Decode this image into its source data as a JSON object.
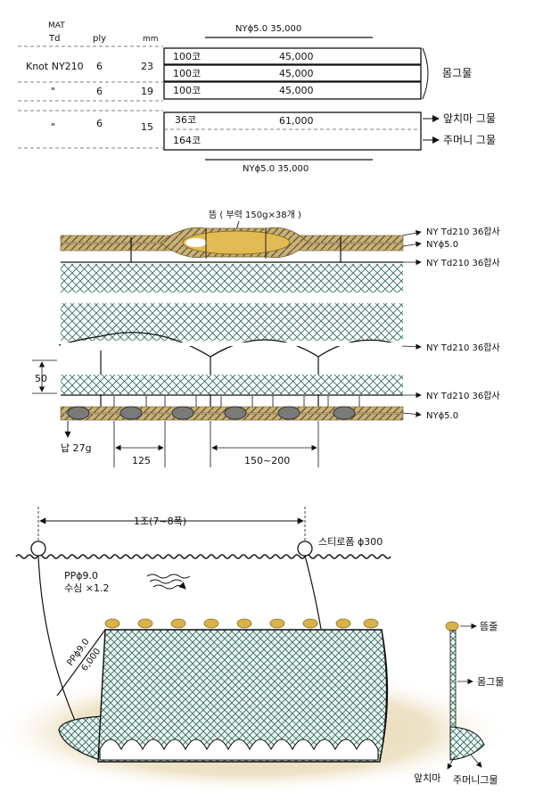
{
  "spec_table": {
    "header": {
      "mat": "MAT",
      "td": "Td",
      "ply": "ply",
      "mm": "mm",
      "top_rope": "NYϕ5.0   35,000"
    },
    "rows": [
      {
        "knot": "Knot NY210",
        "ply": "6",
        "mm": "23"
      },
      {
        "knot": "\"",
        "ply": "6",
        "mm": "19"
      },
      {
        "knot": "\"",
        "ply": "6",
        "mm": "15"
      }
    ],
    "cells": [
      {
        "meshes": "100코",
        "length": "45,000"
      },
      {
        "meshes": "100코",
        "length": "45,000"
      },
      {
        "meshes": "100코",
        "length": "45,000"
      },
      {
        "meshes": "36코",
        "length": "61,000"
      },
      {
        "meshes": "164코",
        "length": ""
      }
    ],
    "bottom_rope": "NYϕ5.0   35,000",
    "labels": {
      "body_net": "몸그물",
      "front_skirt": "앞치마 그물",
      "pocket": "주머니 그물"
    }
  },
  "cross_section": {
    "float_label": "뜸 ( 부력 150g×38개 )",
    "right_labels": [
      "NY Td210 36합사",
      "NYϕ5.0",
      "NY Td210 36합사",
      "NY Td210 36합사",
      "NY Td210 36합사",
      "NYϕ5.0"
    ],
    "dim_50": "50",
    "sinker_label": "납 27g",
    "dim_125": "125",
    "dim_150_200": "150~200"
  },
  "deployment": {
    "span_label": "1조(7~8폭)",
    "buoy_label": "스티로폼 ϕ300",
    "rope_label_1": "PPϕ9.0",
    "rope_label_2": "수심 ×1.2",
    "slant_label_1": "PPϕ9.0",
    "slant_label_2": "6,000",
    "side_labels": {
      "float_line": "뜸줄",
      "body_net": "몸그물",
      "front_skirt": "앞치마",
      "pocket": "주머니그물"
    }
  },
  "colors": {
    "net": "#2e6f62",
    "float": "#d8b24a",
    "rope": "#b89a5e",
    "sand": "#e8dcc0"
  }
}
